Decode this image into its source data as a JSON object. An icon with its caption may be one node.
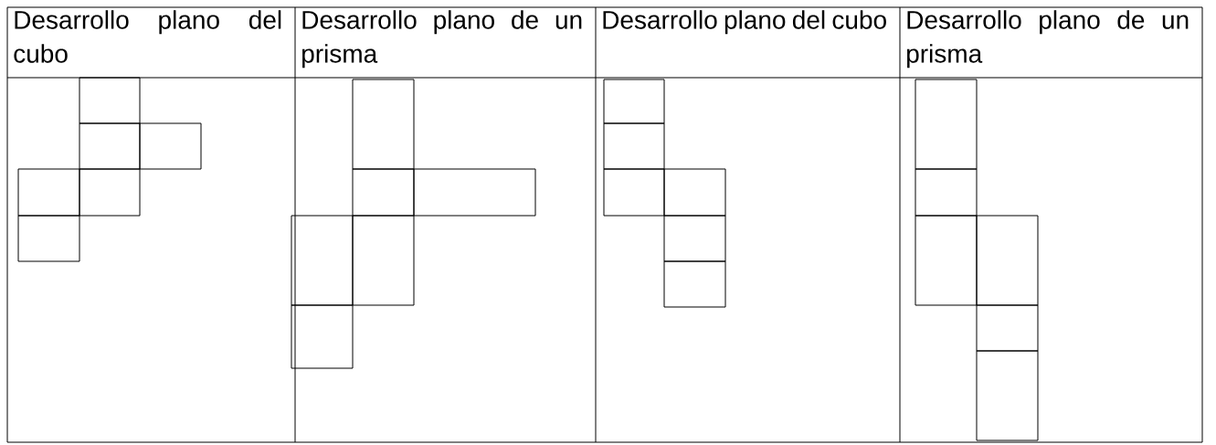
{
  "diagram": {
    "labels": [
      "Desarrollo plano del cubo",
      "Desarrollo plano de un prisma",
      "Desarrollo plano del cubo",
      "Desarrollo plano de un prisma"
    ]
  }
}
